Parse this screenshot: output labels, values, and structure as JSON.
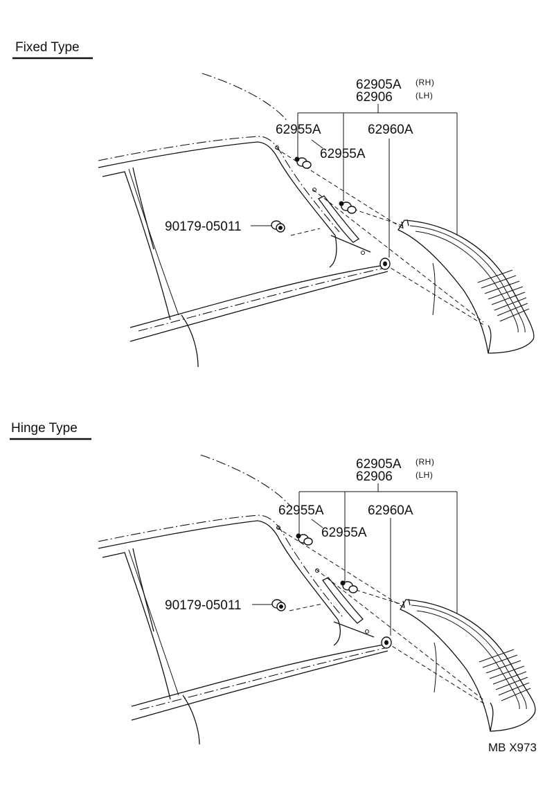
{
  "sections": [
    {
      "title": "Fixed Type",
      "assembly_rh": "62905A",
      "assembly_rh_side": "(RH)",
      "assembly_lh": "62906",
      "assembly_lh_side": "(LH)",
      "clip_upper": "62955A",
      "clip_lower": "62955A",
      "grommet": "62960A",
      "nut": "90179-05011"
    },
    {
      "title": "Hinge Type",
      "assembly_rh": "62905A",
      "assembly_rh_side": "(RH)",
      "assembly_lh": "62906",
      "assembly_lh_side": "(LH)",
      "clip_upper": "62955A",
      "clip_lower": "62955A",
      "grommet": "62960A",
      "nut": "90179-05011"
    }
  ],
  "figure_code": "MB X973"
}
